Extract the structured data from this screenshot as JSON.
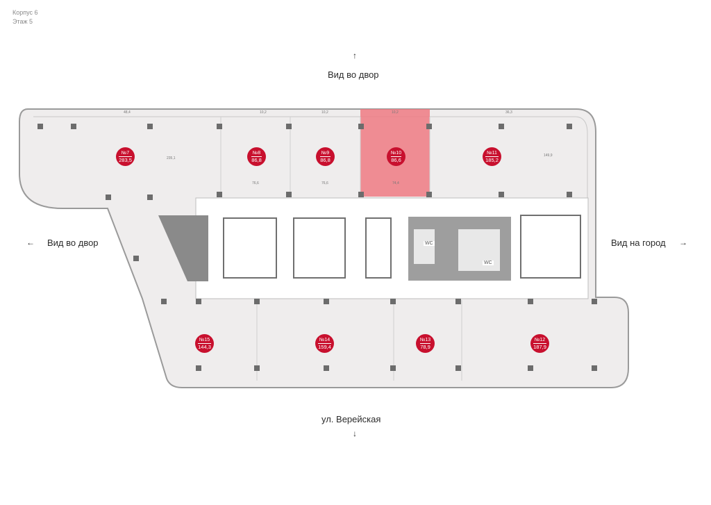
{
  "header": {
    "building": "Корпус 6",
    "floor": "Этаж 5"
  },
  "directions": {
    "top": "Вид во двор",
    "left": "Вид во двор",
    "right": "Вид на город",
    "bottom": "ул. Верейская"
  },
  "units": [
    {
      "number": "№7",
      "area": "283,5",
      "selected": false
    },
    {
      "number": "№8",
      "area": "86,8",
      "selected": false
    },
    {
      "number": "№9",
      "area": "86,8",
      "selected": false
    },
    {
      "number": "№10",
      "area": "86,6",
      "selected": true
    },
    {
      "number": "№11",
      "area": "185,2",
      "selected": false
    },
    {
      "number": "№12",
      "area": "187,9",
      "selected": false
    },
    {
      "number": "№13",
      "area": "78,9",
      "selected": false
    },
    {
      "number": "№14",
      "area": "159,4",
      "selected": false
    },
    {
      "number": "№15",
      "area": "144,3",
      "selected": false
    }
  ],
  "dimensions": {
    "top": [
      "48,4",
      "10,2",
      "10,2",
      "10,2",
      "36,3"
    ],
    "inner": [
      "235,1",
      "76,6",
      "76,6",
      "74,4",
      "149,9"
    ]
  },
  "wc_labels": [
    "WC",
    "WC"
  ],
  "colors": {
    "accent": "#c8102e",
    "selected": "#ee7a82",
    "wall": "#9a9a9a",
    "core": "#7a7a7a"
  }
}
